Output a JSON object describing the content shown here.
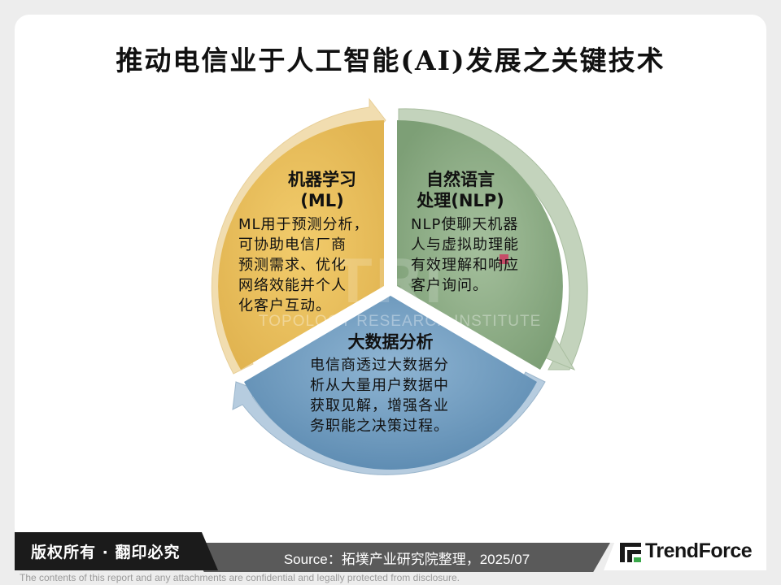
{
  "title": "推动电信业于人工智能(AI)发展之关键技术",
  "segments": {
    "ml": {
      "heading_line1": "机器学习",
      "heading_line2": "(ML)",
      "body": [
        "ML用于预测分析，",
        "可协助电信厂商",
        "预测需求、优化",
        "网络效能并个人",
        "化客户互动。"
      ],
      "color": "#e8be5e",
      "arrow_color": "#f1ddb0"
    },
    "nlp": {
      "heading_line1": "自然语言",
      "heading_line2": "处理(NLP)",
      "body": [
        "NLP使聊天机器",
        "人与虚拟助理能",
        "有效理解和响应",
        "客户询问。"
      ],
      "color": "#8eaf86",
      "arrow_color": "#c3d3bc"
    },
    "bigdata": {
      "heading": "大数据分析",
      "body": [
        "电信商透过大数据分",
        "析从大量用户数据中",
        "获取见解，增强各业",
        "务职能之决策过程。"
      ],
      "color": "#6f9cc0",
      "arrow_color": "#b6ccdf"
    }
  },
  "watermark": {
    "big": "TRI",
    "text": "TOPOLOGY RESEARCH INSTITUTE"
  },
  "footer": {
    "copyright": "版权所有 · 翻印必究",
    "source": "Source：拓墣产业研究院整理，2025/07",
    "logo": "TrendForce",
    "disclaimer": "The contents of this report and any attachments are confidential and legally protected from disclosure."
  }
}
